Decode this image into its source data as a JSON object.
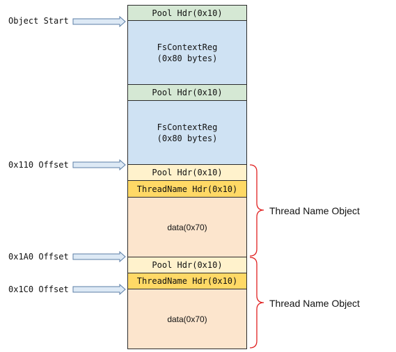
{
  "labels": {
    "object_start": "Object Start",
    "offset_110": "0x110 Offset",
    "offset_1a0": "0x1A0 Offset",
    "offset_1c0": "0x1C0 Offset"
  },
  "blocks": {
    "pool_hdr_1": "Pool Hdr(0x10)",
    "ctx_1_line1": "FsContextReg",
    "ctx_1_line2": "(0x80 bytes)",
    "pool_hdr_2": "Pool Hdr(0x10)",
    "ctx_2_line1": "FsContextReg",
    "ctx_2_line2": "(0x80 bytes)",
    "pool_hdr_3": "Pool Hdr(0x10)",
    "thread_hdr_1": "ThreadName Hdr(0x10)",
    "data_1": "data(0x70)",
    "pool_hdr_4": "Pool Hdr(0x10)",
    "thread_hdr_2": "ThreadName Hdr(0x10)",
    "data_2": "data(0x70)"
  },
  "groups": {
    "thread_name_1": "Thread Name Object",
    "thread_name_2": "Thread Name Object"
  },
  "colors": {
    "pool_green": "#d5e8d4",
    "context_blue": "#cfe2f3",
    "pool_yellow": "#fff2cc",
    "threadname_hdr": "#ffd966",
    "data_peach": "#fce5cd",
    "brace_red": "#e02020",
    "arrow_fill": "#dde9f5",
    "arrow_stroke": "#5b7ea6"
  }
}
